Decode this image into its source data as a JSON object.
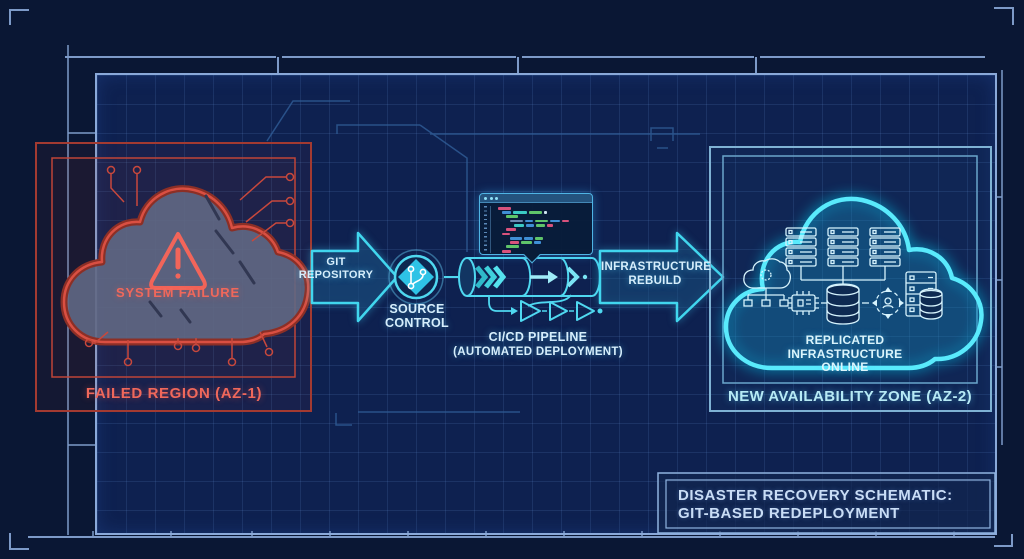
{
  "colors": {
    "background": "#0a1734",
    "panel": "#0e2150",
    "grid_line": "#23406f",
    "frame": "#8aa9d9",
    "alert_red": "#e8584a",
    "cyan": "#45dff2",
    "light_text": "#cfe8fb"
  },
  "failed_region": {
    "cloud_label": "SYSTEM FAILURE",
    "box_label": "FAILED REGION (AZ-1)"
  },
  "flow": {
    "git_arrow_label": [
      "GIT",
      "REPOSITORY"
    ],
    "source_control_label": [
      "SOURCE",
      "CONTROL"
    ],
    "pipeline_label": [
      "CI/CD PIPELINE",
      "(AUTOMATED DEPLOYMENT)"
    ],
    "rebuild_arrow_label": [
      "INFRASTRUCTURE",
      "REBUILD"
    ]
  },
  "new_zone": {
    "cloud_label": [
      "REPLICATED",
      "INFRASTRUCTURE",
      "ONLINE"
    ],
    "box_label": "NEW AVAILABILITY ZONE (AZ-2)"
  },
  "title_block": {
    "line1": "DISASTER RECOVERY SCHEMATIC:",
    "line2": "GIT-BASED REDEPLOYMENT"
  },
  "code_window": {
    "window_dots": 3,
    "palette": {
      "pink": "#d8527c",
      "green": "#5fc46a",
      "blue": "#3f8fd6",
      "teal": "#3bc9c4",
      "white": "#cfe4f0",
      "slate": "#6a88b0"
    },
    "lines": [
      {
        "i": 1,
        "t": [
          [
            "pink",
            13
          ]
        ]
      },
      {
        "i": 2,
        "t": [
          [
            "blue",
            9
          ],
          [
            "teal",
            14
          ],
          [
            "green",
            13
          ],
          [
            "white",
            3
          ]
        ]
      },
      {
        "i": 3,
        "t": [
          [
            "green",
            12
          ]
        ]
      },
      {
        "i": 4,
        "t": [
          [
            "slate",
            13
          ],
          [
            "blue",
            8
          ],
          [
            "green",
            13
          ],
          [
            "blue",
            10
          ],
          [
            "pink",
            7
          ]
        ]
      },
      {
        "i": 5,
        "t": [
          [
            "teal",
            10
          ],
          [
            "blue",
            8
          ],
          [
            "green",
            9
          ],
          [
            "pink",
            6
          ]
        ]
      },
      {
        "i": 3,
        "t": [
          [
            "pink",
            10
          ]
        ]
      },
      {
        "i": 2,
        "t": [
          [
            "pink",
            8
          ]
        ]
      },
      {
        "i": 4,
        "t": [
          [
            "blue",
            12
          ],
          [
            "blue",
            9
          ],
          [
            "green",
            8
          ]
        ]
      },
      {
        "i": 4,
        "t": [
          [
            "pink",
            9
          ],
          [
            "green",
            11
          ],
          [
            "blue",
            7
          ]
        ]
      },
      {
        "i": 3,
        "t": [
          [
            "green",
            13
          ]
        ]
      },
      {
        "i": 2,
        "t": [
          [
            "pink",
            9
          ]
        ]
      }
    ]
  }
}
